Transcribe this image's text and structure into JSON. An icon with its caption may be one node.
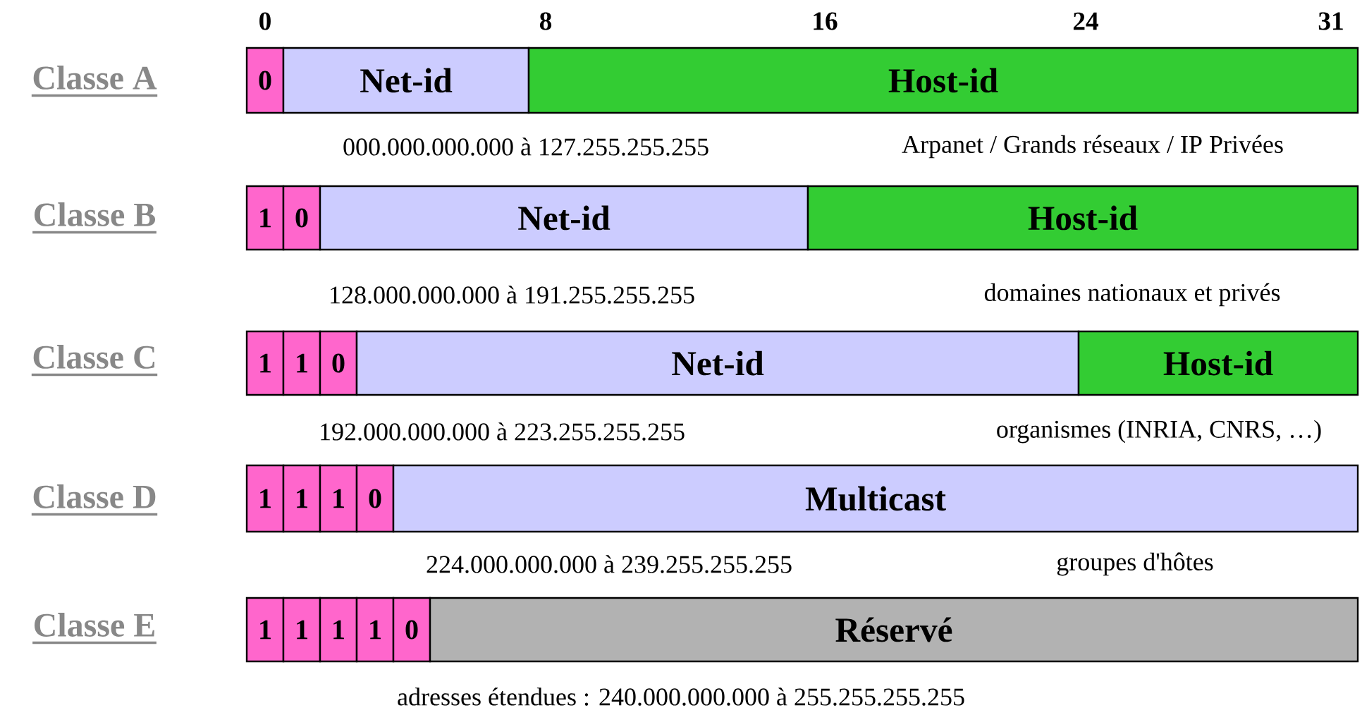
{
  "diagram": {
    "nodes": [
      {
        "text": [
          "0"
        ]
      },
      {
        "text": [
          "Net-id"
        ]
      },
      {
        "text": [
          "Host-id"
        ]
      },
      {
        "text": [
          "1"
        ]
      },
      {
        "text": [
          "0"
        ]
      },
      {
        "text": [
          "Net-id"
        ]
      },
      {
        "text": [
          "Host-id"
        ]
      },
      {
        "text": [
          "1"
        ]
      },
      {
        "text": [
          "1"
        ]
      },
      {
        "text": [
          "0"
        ]
      },
      {
        "text": [
          "Net-id"
        ]
      },
      {
        "text": [
          "Host-id"
        ]
      },
      {
        "text": [
          "1"
        ]
      },
      {
        "text": [
          "1"
        ]
      },
      {
        "text": [
          "1"
        ]
      },
      {
        "text": [
          "0"
        ]
      },
      {
        "text": [
          "Multicast"
        ]
      },
      {
        "text": [
          "1"
        ]
      },
      {
        "text": [
          "1"
        ]
      },
      {
        "text": [
          "1"
        ]
      },
      {
        "text": [
          "1"
        ]
      },
      {
        "text": [
          "0"
        ]
      },
      {
        "text": [
          "Réservé"
        ]
      }
    ],
    "labels": [
      "0",
      "8",
      "16",
      "24",
      "31",
      "Classe A",
      "000.000.000.000 à 127.255.255.255",
      "Arpanet / Grands réseaux / IP Privées",
      "Classe B",
      "128.000.000.000 à 191.255.255.255",
      "domaines nationaux et privés",
      "Classe C",
      "192.000.000.000 à 223.255.255.255",
      "organismes (INRIA, CNRS, …)",
      "Classe D",
      "224.000.000.000 à 239.255.255.255",
      "groupes d'hôtes",
      "Classe E",
      "adresses étendues : 240.000.000.000 à 255.255.255.255"
    ]
  }
}
